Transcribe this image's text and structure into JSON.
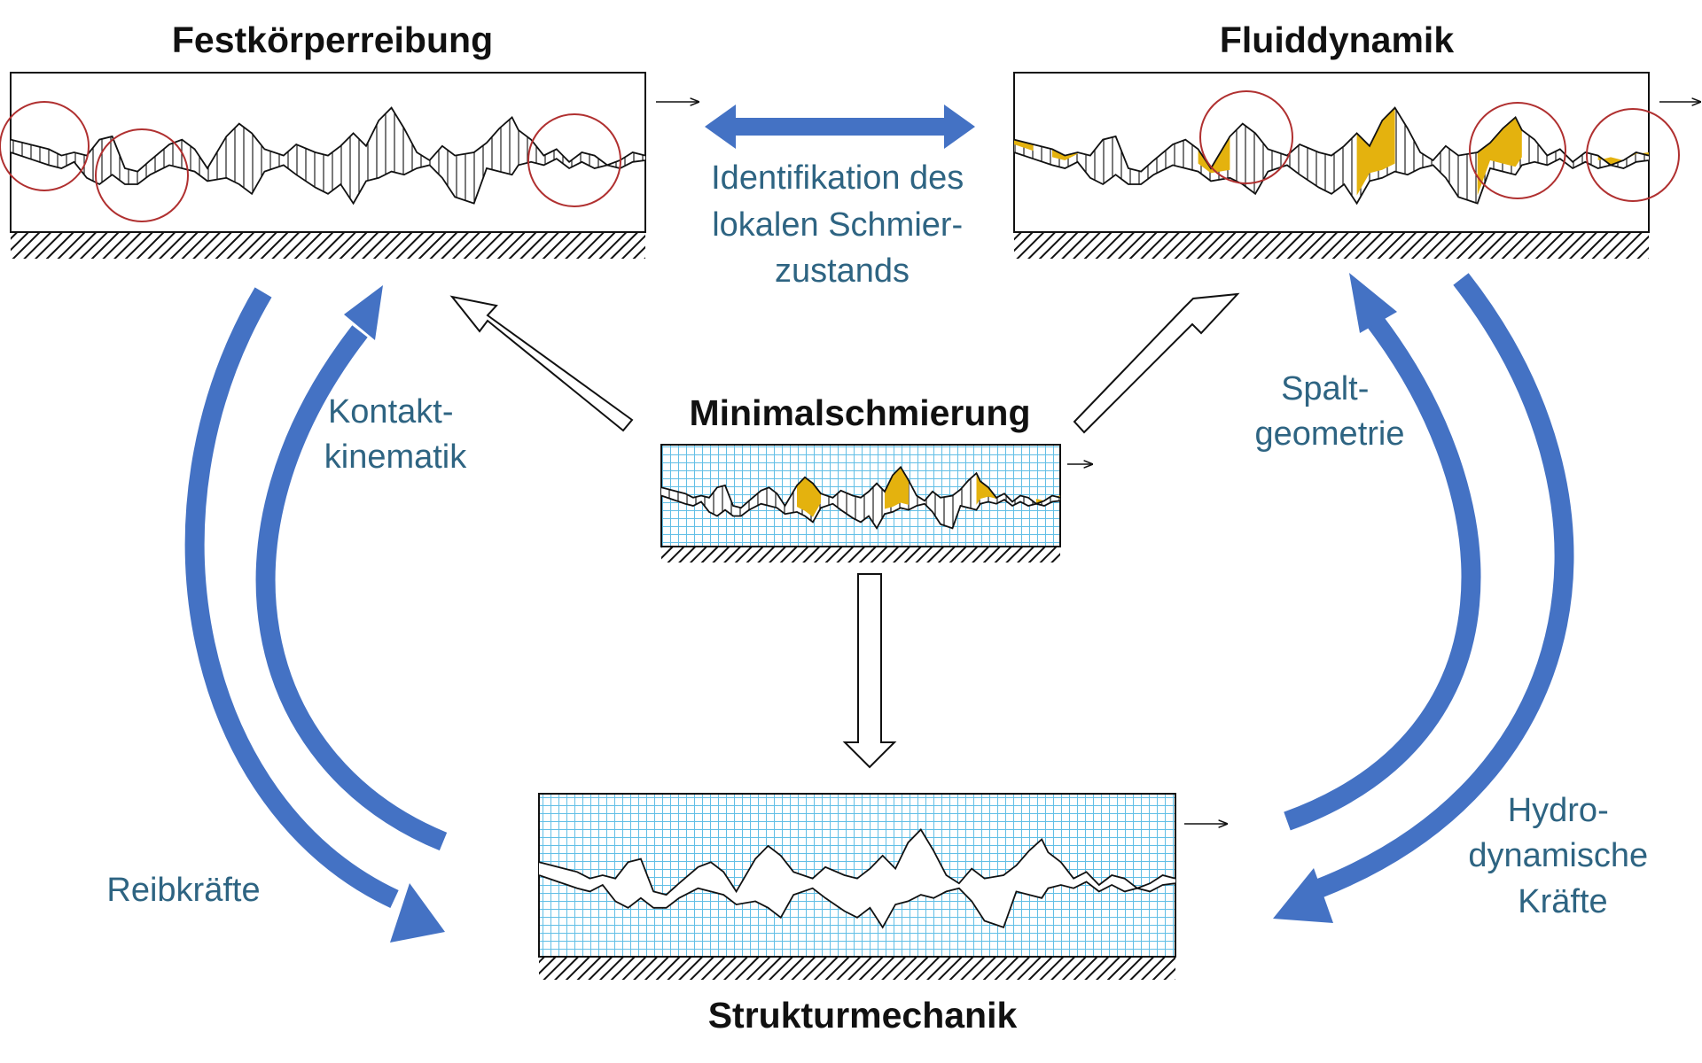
{
  "titles": {
    "solid": "Festkörperreibung",
    "fluid": "Fluiddynamik",
    "mql": "Minimalschmierung",
    "struct": "Strukturmechanik"
  },
  "labels": {
    "ident": [
      "Identifikation des",
      "lokalen Schmier-",
      "zustands"
    ],
    "kontakt": [
      "Kontakt-",
      "kinematik"
    ],
    "reib": [
      "Reibkräfte"
    ],
    "spalt": [
      "Spalt-",
      "geometrie"
    ],
    "hydro": [
      "Hydro-",
      "dynamische",
      "Kräfte"
    ]
  },
  "colors": {
    "arrow_blue": "#4472c4",
    "label_blue": "#2e6482",
    "lubricant": "#e4b20e",
    "mesh": "#62bfe6",
    "highlight_circle": "#b03030"
  }
}
